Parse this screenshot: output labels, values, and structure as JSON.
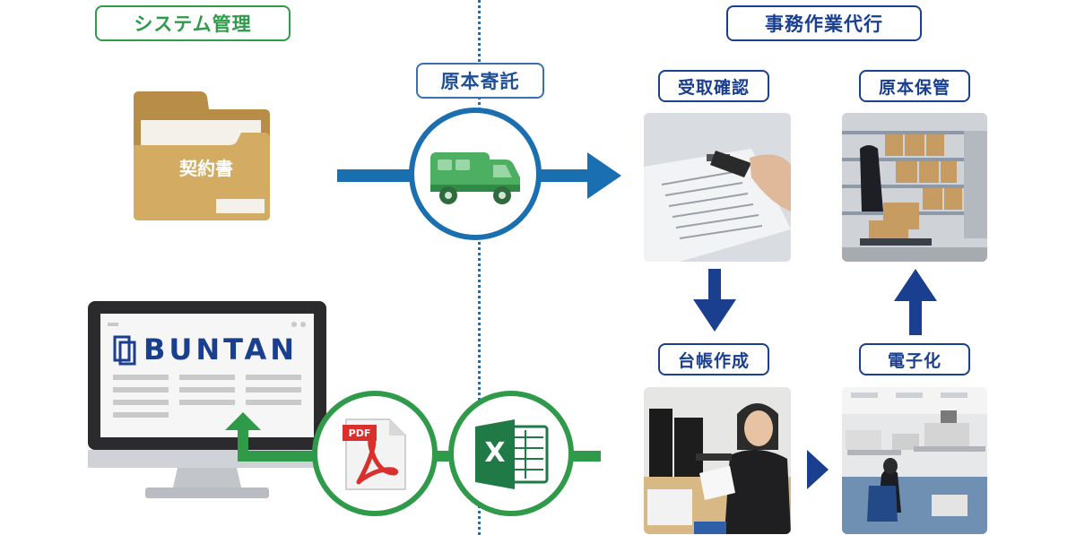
{
  "left_section": {
    "title": "システム管理"
  },
  "right_section": {
    "title": "事務作業代行"
  },
  "transfer": {
    "label": "原本寄託"
  },
  "folder": {
    "label": "契約書"
  },
  "monitor": {
    "logo_text": "BUNTAN"
  },
  "file_icons": {
    "pdf_label": "PDF",
    "excel_label": "X"
  },
  "steps": [
    {
      "label": "受取確認"
    },
    {
      "label": "原本保管"
    },
    {
      "label": "台帳作成"
    },
    {
      "label": "電子化"
    }
  ],
  "icons": [
    "folder-icon",
    "truck-icon",
    "monitor-icon",
    "pdf-icon",
    "excel-icon"
  ],
  "colors": {
    "green": "#2e9a4a",
    "navy": "#1a3f8f",
    "blue": "#1a6fb0",
    "folder": "#c9a05a"
  }
}
